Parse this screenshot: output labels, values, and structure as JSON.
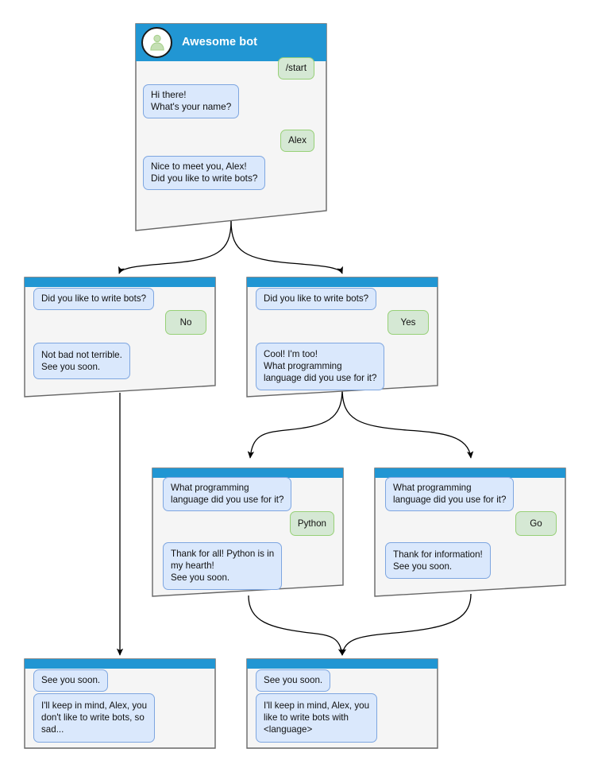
{
  "diagram": {
    "title": "Awesome bot conversation flow",
    "colors": {
      "header_blue": "#2196d3",
      "node_background": "#f5f5f5",
      "node_border": "#666666",
      "bot_bubble_fill": "#dae8fc",
      "bot_bubble_border": "#7ea6e0",
      "user_bubble_fill": "#d5e8d4",
      "user_bubble_border": "#97d077",
      "edge_color": "#000000",
      "avatar_person": "#a9d18e"
    },
    "bot_name": "Awesome bot",
    "avatar_icon": "person-avatar-icon"
  },
  "nodes": [
    {
      "id": "root",
      "name": "node-start",
      "header_title": "Awesome bot",
      "messages": [
        {
          "from": "user",
          "text": "/start"
        },
        {
          "from": "bot",
          "text": "Hi there!\nWhat's your name?"
        },
        {
          "from": "user",
          "text": "Alex"
        },
        {
          "from": "bot",
          "text": "Nice to meet you, Alex!\nDid you like to write bots?"
        }
      ]
    },
    {
      "id": "no-branch",
      "name": "node-answer-no",
      "messages": [
        {
          "from": "bot",
          "text": "Did you like to write bots?"
        },
        {
          "from": "user",
          "text": "No"
        },
        {
          "from": "bot",
          "text": "Not bad not terrible.\nSee you soon."
        }
      ]
    },
    {
      "id": "yes-branch",
      "name": "node-answer-yes",
      "messages": [
        {
          "from": "bot",
          "text": "Did you like to write bots?"
        },
        {
          "from": "user",
          "text": "Yes"
        },
        {
          "from": "bot",
          "text": "Cool! I'm too!\nWhat programming\nlanguage did you use for it?"
        }
      ]
    },
    {
      "id": "python-branch",
      "name": "node-answer-python",
      "messages": [
        {
          "from": "bot",
          "text": "What programming\nlanguage did you use for it?"
        },
        {
          "from": "user",
          "text": "Python"
        },
        {
          "from": "bot",
          "text": "Thank for all! Python is in\nmy hearth!\nSee you soon."
        }
      ]
    },
    {
      "id": "go-branch",
      "name": "node-answer-go",
      "messages": [
        {
          "from": "bot",
          "text": "What programming\nlanguage did you use for it?"
        },
        {
          "from": "user",
          "text": "Go"
        },
        {
          "from": "bot",
          "text": "Thank for information!\nSee you soon."
        }
      ]
    },
    {
      "id": "end-no",
      "name": "node-end-no",
      "messages": [
        {
          "from": "bot",
          "text": "See you soon."
        },
        {
          "from": "bot",
          "text": "I'll keep in mind, Alex, you\ndon't like to write bots, so\nsad..."
        }
      ]
    },
    {
      "id": "end-yes",
      "name": "node-end-yes",
      "messages": [
        {
          "from": "bot",
          "text": "See you soon."
        },
        {
          "from": "bot",
          "text": "I'll keep in mind, Alex, you\nlike to write bots with\n<language>"
        }
      ]
    }
  ]
}
